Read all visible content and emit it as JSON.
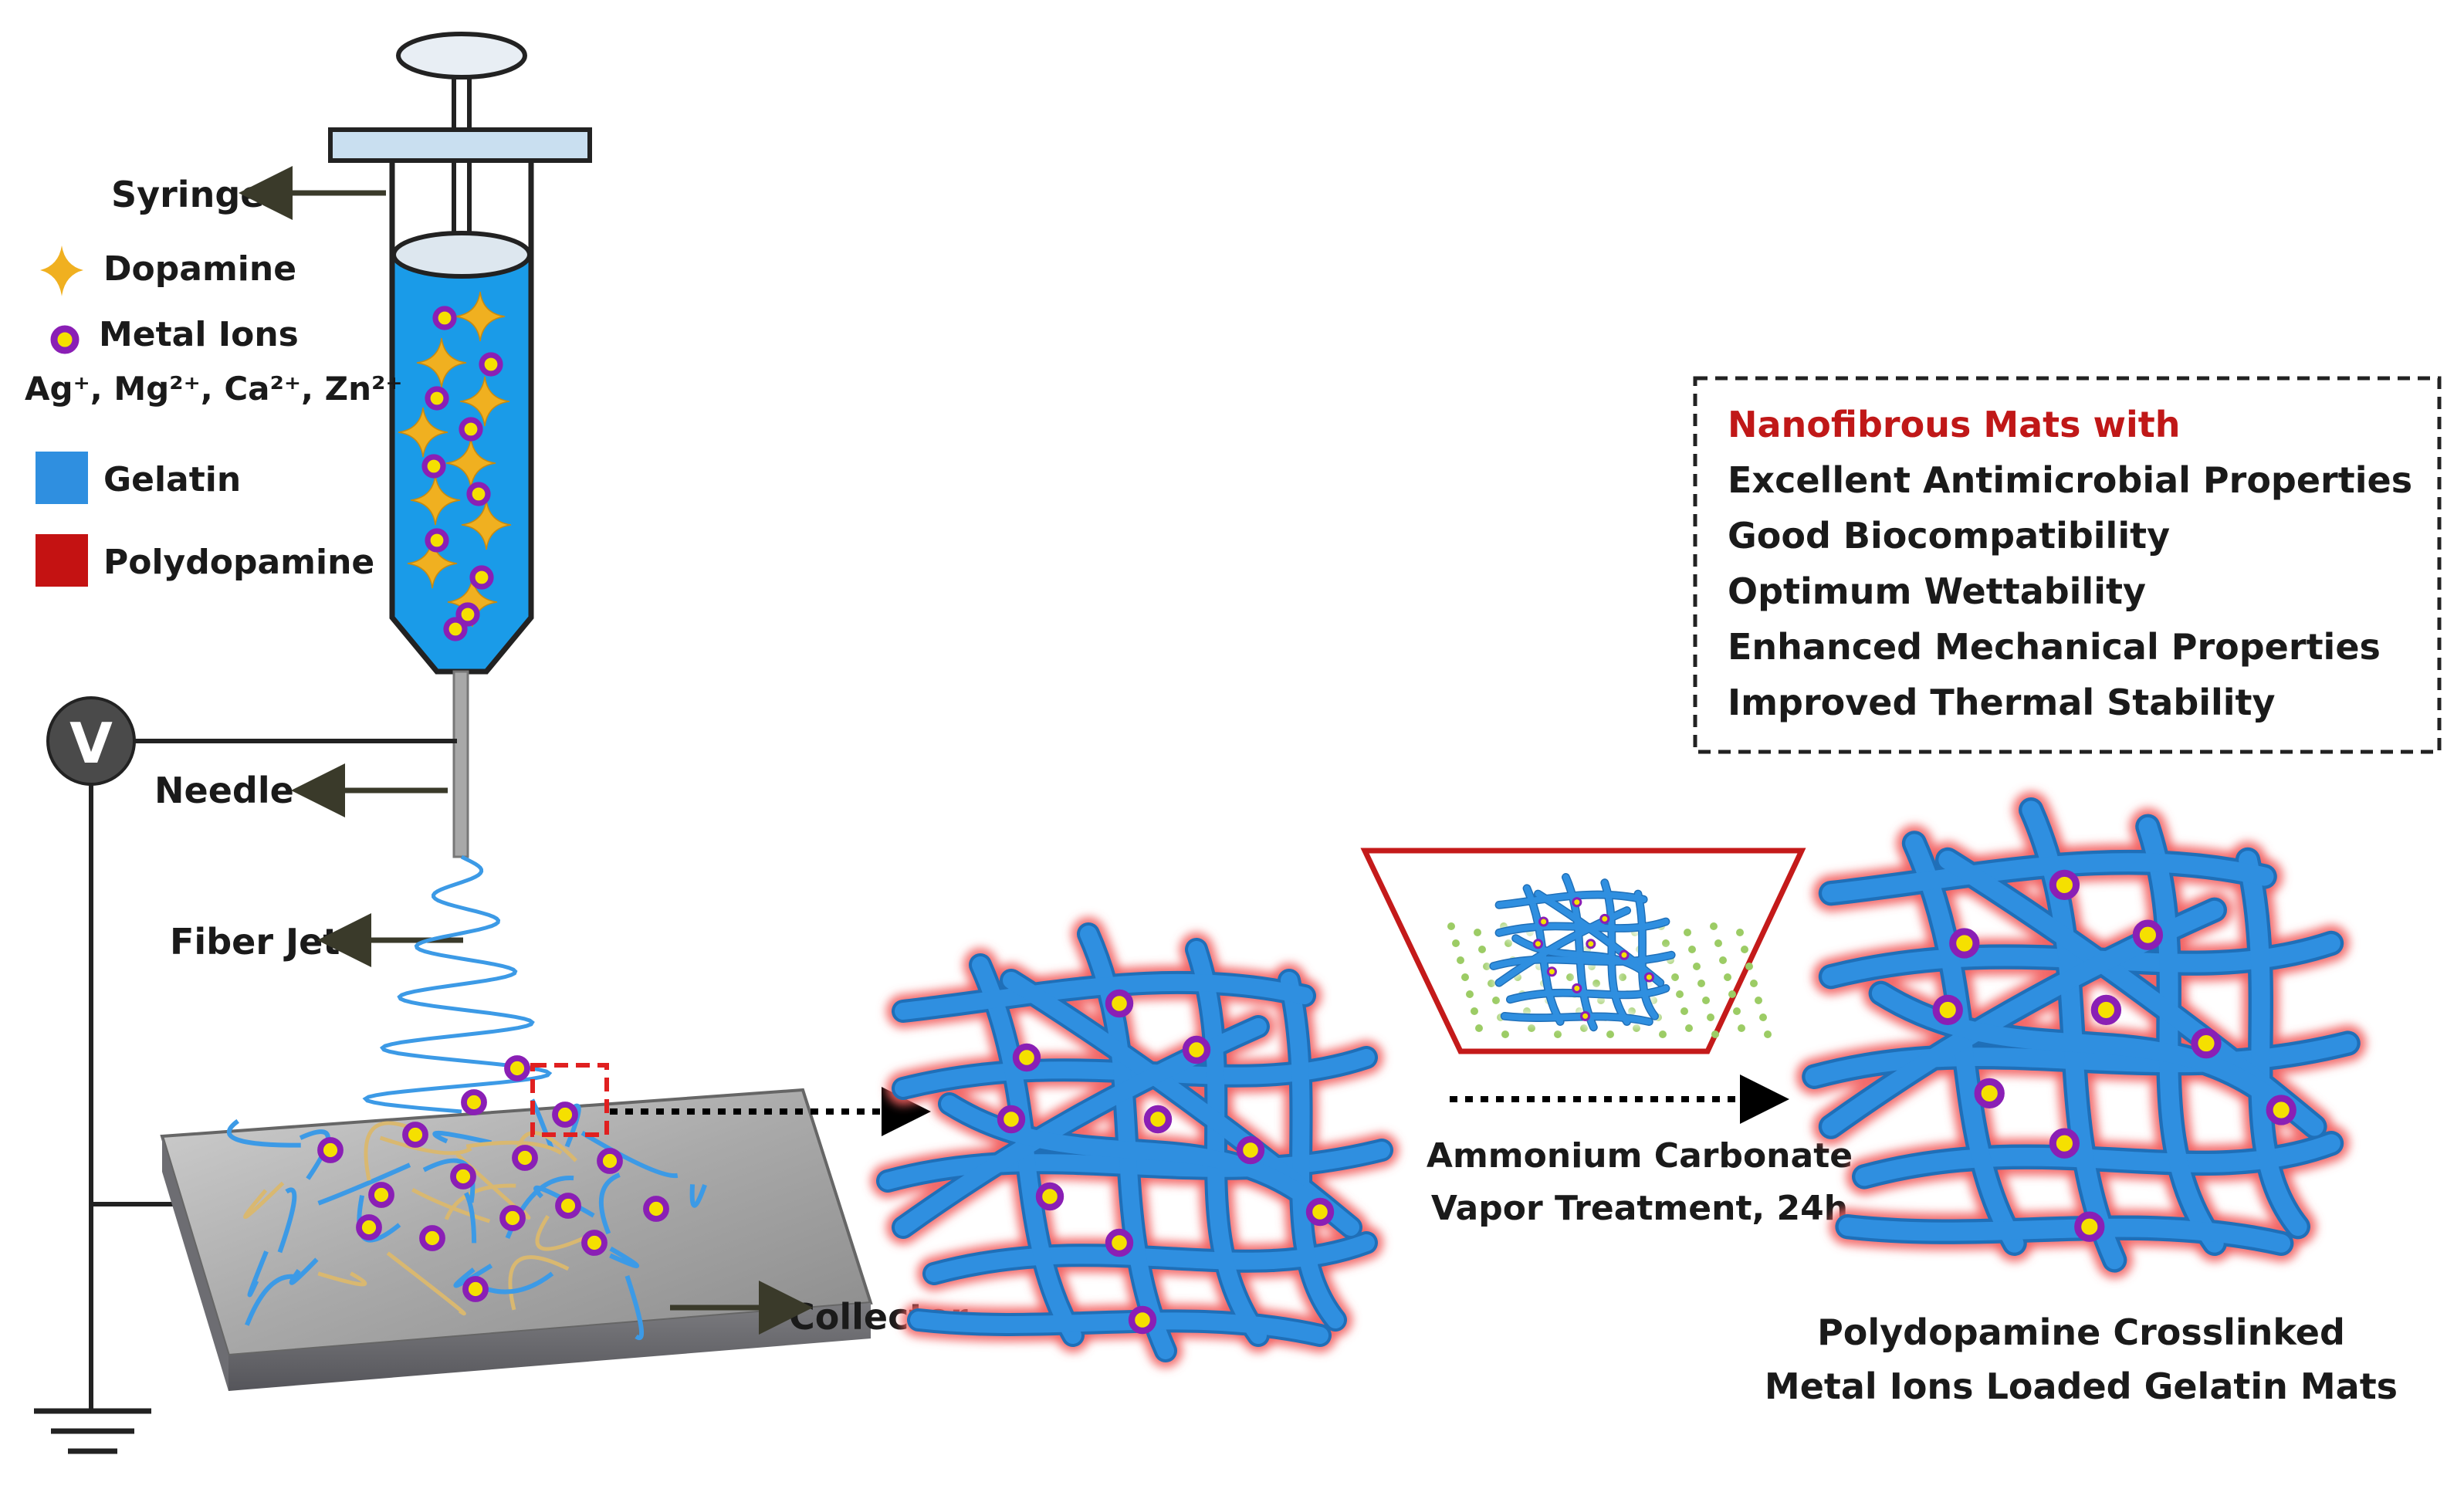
{
  "labels": {
    "syringe": "Syringe",
    "needle": "Needle",
    "fiber_jet": "Fiber Jet",
    "collector": "Collector",
    "voltage": "V"
  },
  "legend": {
    "dopamine": "Dopamine",
    "metal_ions": "Metal Ions",
    "metal_ions_list": "Ag⁺, Mg²⁺, Ca²⁺, Zn²⁺",
    "gelatin": "Gelatin",
    "polydopamine": "Polydopamine"
  },
  "properties_box": {
    "heading": "Nanofibrous Mats with",
    "items": [
      "Excellent Antimicrobial Properties",
      "Good Biocompatibility",
      "Optimum Wettability",
      "Enhanced Mechanical Properties",
      "Improved Thermal Stability"
    ]
  },
  "treatment": {
    "line1": "Ammonium Carbonate",
    "line2": "Vapor Treatment, 24h"
  },
  "result": {
    "line1": "Polydopamine Crosslinked",
    "line2": "Metal Ions Loaded Gelatin Mats"
  },
  "colors": {
    "gelatin": "#2f8fe0",
    "polydopamine": "#c41212",
    "dopamine": "#f0b020",
    "metal_ion": "#8a1fb5",
    "glow": "#f26060"
  }
}
